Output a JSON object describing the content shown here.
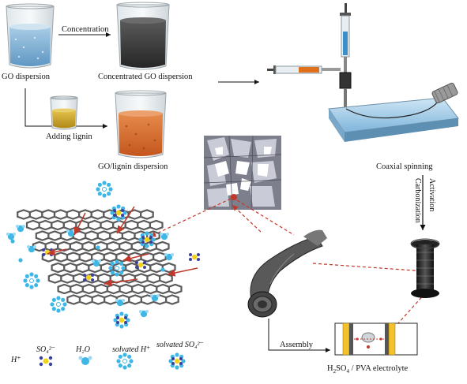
{
  "labels": {
    "concentration": "Concentration",
    "go_dispersion": "GO dispersion",
    "concentrated_go": "Concentrated GO dispersion",
    "adding_lignin": "Adding lignin",
    "go_lignin": "GO/lignin dispersion",
    "coaxial_spinning": "Coaxial spinning",
    "carbonization": "Carbonization",
    "activation": "Activation",
    "assembly": "Assembly",
    "electrolyte_prefix": "H",
    "electrolyte_sub1": "2",
    "electrolyte_mid": "SO",
    "electrolyte_sub2": "4",
    "electrolyte_suffix": " / PVA electrolyte"
  },
  "legend": {
    "h_plus": "H⁺",
    "so4": "SO₄²⁻",
    "h2o": "H₂O",
    "solvated_h": "solvated H⁺",
    "solvated_so4": "solvated SO₄²⁻"
  },
  "colors": {
    "arrow_red": "#c0392b",
    "ion_cyan": "#3fb7e6",
    "ion_light": "#9ad9f5",
    "so4_yellow": "#f2d21b",
    "so4_blue": "#3a3f9e",
    "go_liquid": "#7fb2d6",
    "dark_liquid": "#3a3a3a",
    "lignin_liquid": "#c9a32a",
    "golignin_liquid": "#d2692c",
    "graphene_gray": "#5a5a5a"
  },
  "icons": [
    "beaker-icon",
    "syringe-icon",
    "bath-icon",
    "spool-icon",
    "fiber-icon",
    "device-icon"
  ]
}
